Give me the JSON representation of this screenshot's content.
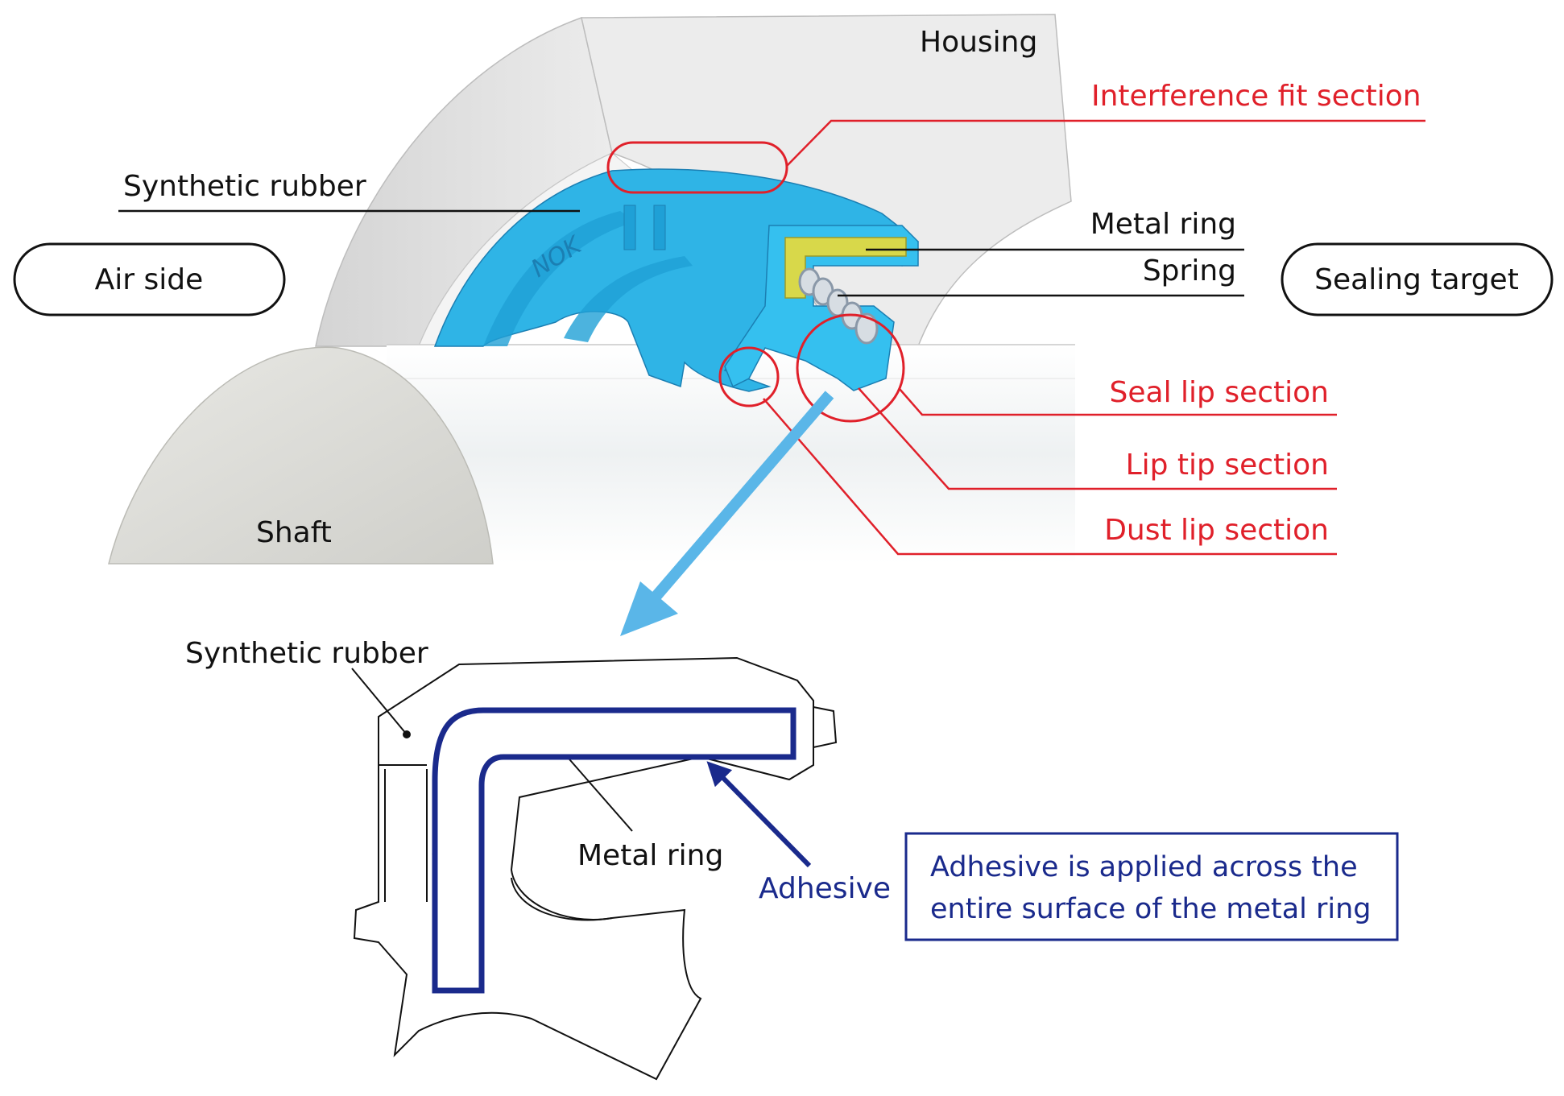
{
  "labels": {
    "housing": "Housing",
    "interference_fit": "Interference fit section",
    "synthetic_rubber_top": "Synthetic rubber",
    "metal_ring_top": "Metal ring",
    "spring": "Spring",
    "air_side": "Air side",
    "sealing_target": "Sealing target",
    "seal_lip": "Seal lip section",
    "lip_tip": "Lip tip section",
    "dust_lip": "Dust lip section",
    "shaft": "Shaft",
    "synthetic_rubber_bottom": "Synthetic rubber",
    "metal_ring_bottom": "Metal ring",
    "adhesive": "Adhesive",
    "note_line1": "Adhesive is applied across the",
    "note_line2": "entire surface of the metal ring",
    "logo_text": "NOK"
  },
  "colors": {
    "red_callout": "#e0202a",
    "blue_text": "#1a2a8c",
    "seal_blue": "#2fb4e6",
    "arrow_blue": "#5ab6e8",
    "metal_yellow": "#d8d84a",
    "housing_grey": "#e6e6e6",
    "shaft_grey": "#d9d9d6"
  }
}
